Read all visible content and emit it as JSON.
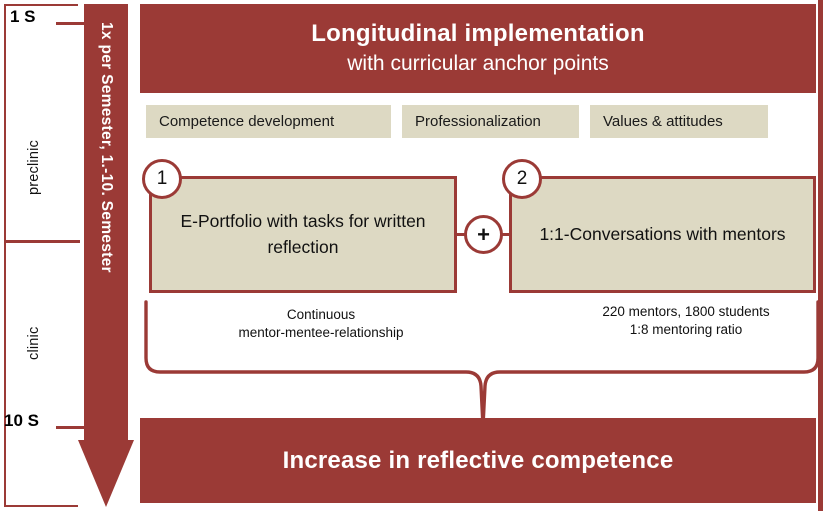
{
  "timeline": {
    "top_tick_label": "1 S",
    "bottom_tick_label": "10 S",
    "phase_upper": "preclinic",
    "phase_lower": "clinic",
    "arrow_label": "1x per Semester, 1.-10. Semester"
  },
  "header": {
    "title": "Longitudinal implementation",
    "subtitle": "with curricular anchor points"
  },
  "tags": [
    {
      "label": "Competence  development"
    },
    {
      "label": "Professionalization"
    },
    {
      "label": "Values & attitudes"
    }
  ],
  "components": [
    {
      "badge": "1",
      "title": "E-Portfolio with tasks for written reflection",
      "caption": "Continuous\nmentor-mentee-relationship"
    },
    {
      "badge": "2",
      "title": "1:1-Conversations with mentors",
      "caption": "220 mentors, 1800 students\n1:8 mentoring  ratio"
    }
  ],
  "connector": {
    "symbol": "+"
  },
  "footer": {
    "title": "Increase in reflective competence"
  },
  "colors": {
    "brand_red": "#9B3A36",
    "beige": "#DDD9C3",
    "white": "#FFFFFF",
    "text_dark": "#111111"
  }
}
